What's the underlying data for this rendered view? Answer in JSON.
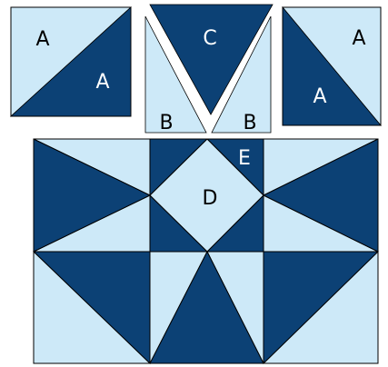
{
  "colors": {
    "dark": "#0c4175",
    "light": "#cde9f8",
    "outline": "#000000",
    "label_on_dark": "#ffffff",
    "label_on_light": "#000000"
  },
  "labels": {
    "half_square_top_light": "A",
    "half_square_top_dark": "A",
    "half_square_right_top": "A",
    "half_square_right_bottom": "A",
    "triangle_b_left": "B",
    "triangle_b_right": "B",
    "triangle_c": "C",
    "square_d": "D",
    "triangle_e": "E"
  }
}
